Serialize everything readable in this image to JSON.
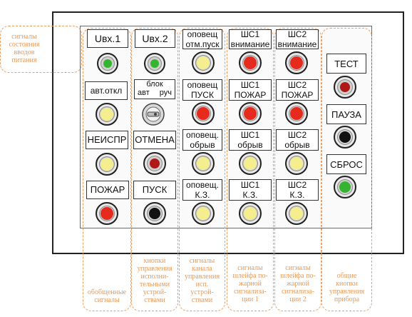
{
  "annotation_top_left": "сигналы\nсостояния\nвводов\nпитания",
  "labels": {
    "uvx1": "Uвх.1",
    "uvx2": "Uвх.2",
    "opovesh_otm": "оповещ\nотм.пуск",
    "shs1_vnim": "ШС1\nвнимание",
    "shs2_vnim": "ШС2\nвнимание",
    "avt_otkl": "авт.откл",
    "blok_title": "блок",
    "blok_avt": "авт",
    "blok_ruch": "руч",
    "opovesh_pusk": "оповещ\nПУСК",
    "shs1_pozhar": "ШС1\nПОЖАР",
    "shs2_pozhar": "ШС2\nПОЖАР",
    "neispr": "НЕИСПР",
    "otmena": "ОТМЕНА",
    "opovesh_obryv": "оповещ.\nобрыв",
    "shs1_obryv": "ШС1\nобрыв",
    "shs2_obryv": "ШС2\nобрыв",
    "pozhar": "ПОЖАР",
    "pusk": "ПУСК",
    "opovesh_kz": "оповещ.\nК.З.",
    "shs1_kz": "ШС1\nК.З.",
    "shs2_kz": "ШС2\nК.З.",
    "test": "ТЕСТ",
    "pauza": "ПАУЗА",
    "sbros": "СБРОС"
  },
  "bottom_notes": {
    "col1": "обобщенные\nсигналы",
    "col2": "кнопки\nуправления\nисполни-\nтельными\nустрой-\nствами",
    "col3": "сигналы\nканала\nуправления\nисп.\nустрой-\nствами",
    "col4": "сигналы\nшлейфа по-\nжарной\nсигнализа-\nции 1",
    "col5": "сигналы\nшлейфа по-\nжарной\nсигнализа-\nции 2",
    "col6": "общие\nкнопки\nуправления\nприбора"
  },
  "colors": {
    "green": "#35b52f",
    "yellow": "#f5ee8f",
    "red": "#e62b1e",
    "dark_red": "#b01818",
    "black": "#111111",
    "annotation": "#e89a5a"
  }
}
